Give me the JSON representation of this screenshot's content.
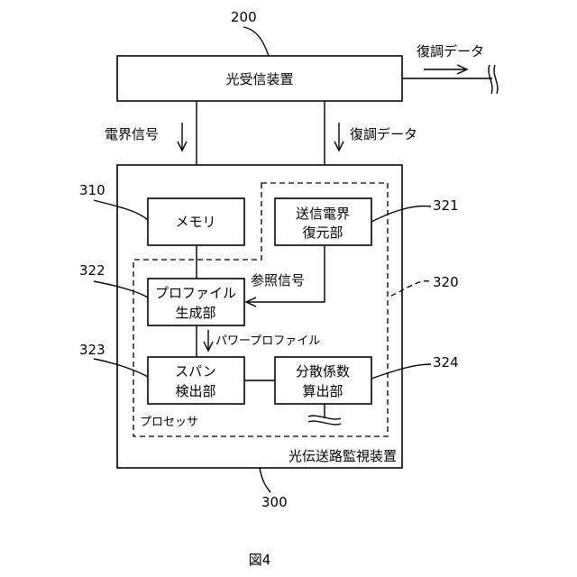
{
  "labels": {
    "ref_200": "200",
    "optical_transceiver": "光受信装置",
    "demod_data_top": "復調データ",
    "field_signal": "電界信号",
    "demod_data_mid": "復調データ",
    "ref_310": "310",
    "memory": "メモリ",
    "ref_321": "321",
    "field_restore_line1": "送信電界",
    "field_restore_line2": "復元部",
    "ref_322": "322",
    "profile_gen_line1": "プロファイル",
    "profile_gen_line2": "生成部",
    "reference_signal": "参照信号",
    "ref_320": "320",
    "power_profile": "パワープロファイル",
    "ref_323": "323",
    "span_detect_line1": "スパン",
    "span_detect_line2": "検出部",
    "dispersion_calc_line1": "分散係数",
    "dispersion_calc_line2": "算出部",
    "ref_324": "324",
    "processor": "プロセッサ",
    "monitor_device": "光伝送路監視装置",
    "ref_300": "300",
    "figure_caption": "図4"
  },
  "colors": {
    "stroke": "#000000",
    "background": "#ffffff"
  }
}
